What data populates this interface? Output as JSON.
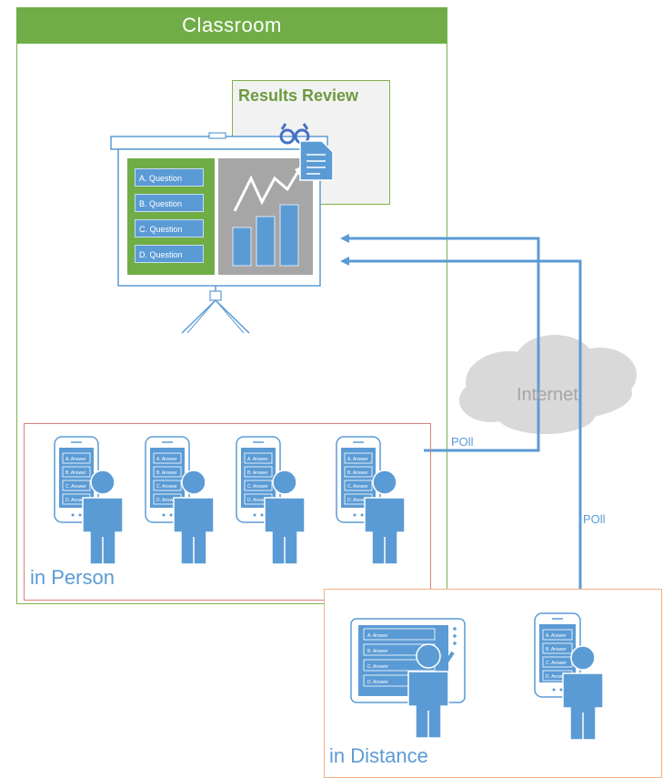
{
  "classroom": {
    "title": "Classroom"
  },
  "results": {
    "title": "Results Review"
  },
  "questions": [
    "A. Question",
    "B. Question",
    "C. Question",
    "D. Question"
  ],
  "answers": [
    "A. Answer",
    "B. Answer",
    "C. Answer",
    "D. Answer"
  ],
  "internet": {
    "label": "Internet"
  },
  "poll": {
    "label1": "POll",
    "label2": "POll"
  },
  "groups": {
    "in_person": "in Person",
    "in_distance": "in Distance"
  },
  "colors": {
    "green": "#70ad47",
    "blue": "#5b9bd5",
    "gray": "#a6a6a6",
    "red_border": "#d9807c",
    "orange_border": "#f4b183"
  }
}
